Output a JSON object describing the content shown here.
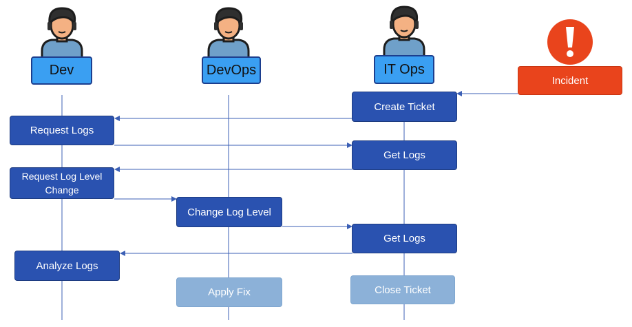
{
  "actors": {
    "dev": "Dev",
    "devops": "DevOps",
    "itops": "IT Ops"
  },
  "incident": {
    "label": "Incident",
    "icon": "exclamation-alert-icon"
  },
  "steps": {
    "create_ticket": "Create Ticket",
    "request_logs": "Request Logs",
    "get_logs_1": "Get Logs",
    "request_log_level_change": "Request Log Level Change",
    "change_log_level": "Change Log Level",
    "get_logs_2": "Get Logs",
    "analyze_logs": "Analyze Logs",
    "apply_fix": "Apply Fix",
    "close_ticket": "Close Ticket"
  },
  "colors": {
    "step": "#2a52b0",
    "pending_step": "#8cb1d8",
    "incident": "#e9441c",
    "actor_label": "#3a9ff2",
    "arrow": "#3b5fb5"
  }
}
